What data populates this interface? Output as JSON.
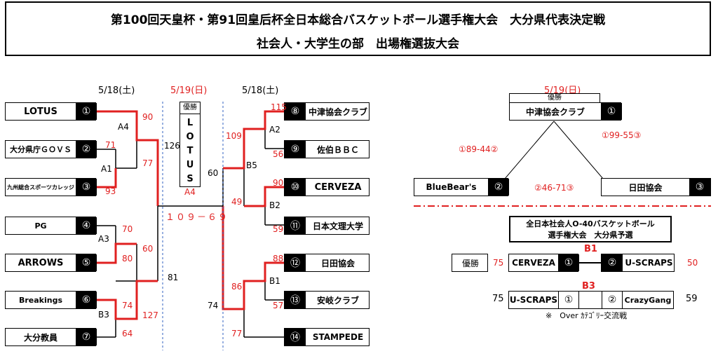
{
  "title": {
    "line1": "第100回天皇杯・第91回皇后杯全日本総合バスケットボール選手権大会　大分県代表決定戦",
    "line2": "社会人・大学生の部　出場権選抜大会"
  },
  "dates": {
    "left": "5/18(土)",
    "center": "5/19(日)",
    "right": "5/18(土)",
    "rr": "5/19(日)"
  },
  "teams_left": [
    {
      "name": "LOTUS",
      "seed": "①"
    },
    {
      "name": "大分県庁ＧＯＶＳ",
      "seed": "②"
    },
    {
      "name": "九州総合スポーツカレッジ",
      "seed": "③"
    },
    {
      "name": "PG",
      "seed": "④"
    },
    {
      "name": "ARROWS",
      "seed": "⑤"
    },
    {
      "name": "Breakings",
      "seed": "⑥"
    },
    {
      "name": "大分教員",
      "seed": "⑦"
    }
  ],
  "teams_right": [
    {
      "name": "中津協会クラブ",
      "seed": "⑧"
    },
    {
      "name": "佐伯ＢＢＣ",
      "seed": "⑨"
    },
    {
      "name": "CERVEZA",
      "seed": "⑩"
    },
    {
      "name": "日本文理大学",
      "seed": "⑪"
    },
    {
      "name": "日田協会",
      "seed": "⑫"
    },
    {
      "name": "安岐クラブ",
      "seed": "⑬"
    },
    {
      "name": "STAMPEDE",
      "seed": "⑭"
    }
  ],
  "game_labels": {
    "A4": "A4",
    "A1": "A1",
    "A3": "A3",
    "B3": "B3",
    "A2": "A2",
    "B5": "B5",
    "B2": "B2",
    "B1": "B1"
  },
  "scores": {
    "s90": "90",
    "s71": "71",
    "s77": "77",
    "s93": "93",
    "s126": "126",
    "s70": "70",
    "s60": "60",
    "s80": "80",
    "s81": "81",
    "s74": "74",
    "s127": "127",
    "s64": "64",
    "s115": "115",
    "s109": "109",
    "s56": "56",
    "s60r": "60",
    "s90r": "90",
    "s49": "49",
    "s59": "59",
    "s88": "88",
    "s86": "86",
    "s57": "57",
    "s74r": "74",
    "s77r": "77"
  },
  "winner_box": {
    "label": "優勝",
    "letters": [
      "L",
      "O",
      "T",
      "U",
      "S"
    ],
    "game": "A4"
  },
  "final_score": "１０９－６９",
  "round_robin": {
    "header": "優勝",
    "top": {
      "name": "中津協会クラブ",
      "seed": "①"
    },
    "left": {
      "name": "BlueBear's",
      "seed": "②"
    },
    "right": {
      "name": "日田協会",
      "seed": "③"
    },
    "res_left": "①89-44②",
    "res_right": "①99-55③",
    "res_mid": "②46-71③"
  },
  "o40": {
    "title1": "全日本社会人O-40バスケットボール",
    "title2": "選手権大会　大分県予選",
    "winner_label": "優勝",
    "game1": {
      "code": "B1",
      "score_left": "75",
      "left_name": "CERVEZA",
      "left_seed": "①",
      "right_seed": "②",
      "right_name": "U-SCRAPS",
      "score_right": "50"
    },
    "game2": {
      "code": "B3",
      "score_left": "75",
      "left_name": "U-SCRAPS",
      "left_seed": "①",
      "right_seed": "②",
      "right_name": "CrazyGang",
      "score_right": "59"
    },
    "note": "※　Over ｶﾃｺﾞﾘｰ交流戦"
  },
  "colors": {
    "win": "#e02020",
    "line": "#000000",
    "divider": "#e02020"
  }
}
